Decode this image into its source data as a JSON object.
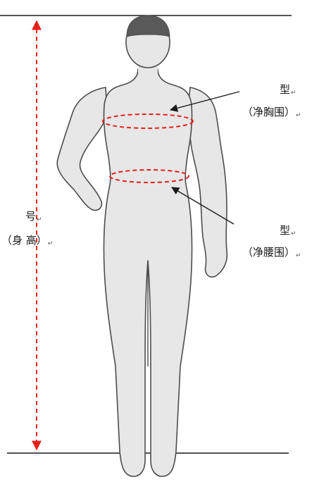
{
  "labels": {
    "height": {
      "title": "号",
      "sub": "（身 高）"
    },
    "chest": {
      "title": "型",
      "sub": "（净胸围）"
    },
    "waist": {
      "title": "型",
      "sub": "（净腰围）"
    },
    "paragraph_mark": "↵"
  },
  "colors": {
    "measure_red": "#e8201a",
    "figure_fill": "#e7e7e7",
    "figure_outline": "#4d4d4d",
    "cap": "#595959",
    "line": "#1a1a1a"
  }
}
